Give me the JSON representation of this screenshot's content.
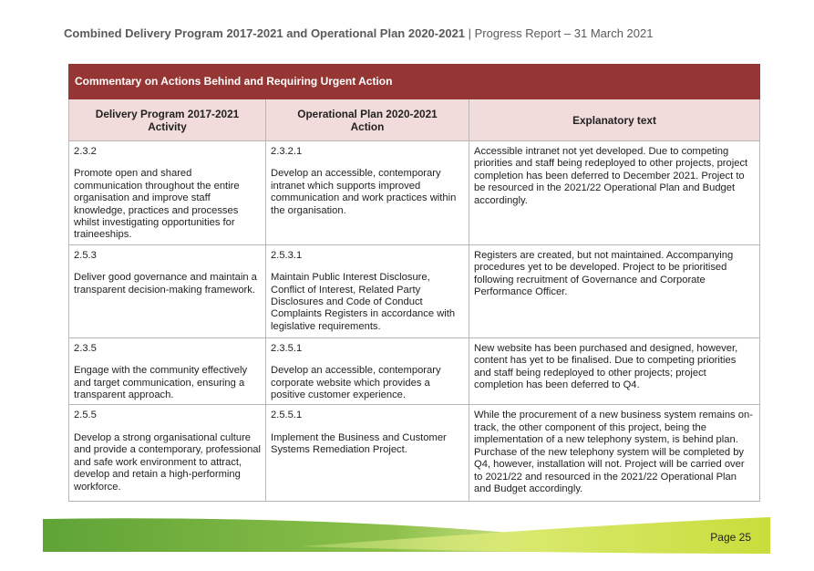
{
  "header": {
    "title_bold": "Combined Delivery Program 2017-2021 and Operational Plan 2020-2021",
    "separator": " | ",
    "subtitle": "Progress Report – 31 March 2021"
  },
  "table": {
    "title": "Commentary on Actions Behind and Requiring Urgent Action",
    "columns": [
      "Delivery Program 2017-2021 Activity",
      "Operational Plan 2020-2021 Action",
      "Explanatory text"
    ],
    "rows": [
      {
        "activity_code": "2.3.2",
        "activity_text": "Promote open and shared communication throughout the entire organisation and improve staff knowledge, practices and processes whilst investigating opportunities for traineeships.",
        "action_code": "2.3.2.1",
        "action_text": "Develop an accessible, contemporary intranet which supports improved communication and work practices within the organisation.",
        "explanation": "Accessible intranet not yet developed. Due to competing priorities and staff being redeployed to other projects, project completion has been deferred to December 2021. Project to be resourced in the 2021/22 Operational Plan and Budget accordingly."
      },
      {
        "activity_code": "2.5.3",
        "activity_text": "Deliver good governance and maintain a transparent decision-making framework.",
        "action_code": "2.5.3.1",
        "action_text": "Maintain Public Interest Disclosure, Conflict of Interest, Related Party Disclosures and Code of Conduct Complaints Registers in accordance with legislative requirements.",
        "explanation": "Registers are created, but not maintained. Accompanying procedures yet to be developed. Project to be prioritised following recruitment of Governance and Corporate Performance Officer."
      },
      {
        "activity_code": "2.3.5",
        "activity_text": "Engage with the community effectively and target communication, ensuring a transparent approach.",
        "action_code": "2.3.5.1",
        "action_text": "Develop an accessible, contemporary corporate website which provides a positive customer experience.",
        "explanation": "New website has been purchased and designed, however, content has yet to be finalised. Due to competing priorities and staff being redeployed to other projects; project completion has been deferred to Q4."
      },
      {
        "activity_code": "2.5.5",
        "activity_text": "Develop a strong organisational culture and provide a contemporary, professional and safe work environment to attract, develop and retain a high-performing workforce.",
        "action_code": "2.5.5.1",
        "action_text": "Implement the Business and Customer Systems Remediation Project.",
        "explanation": "While the procurement of a new business system remains on-track, the other component of this project, being the implementation of a new telephony system, is behind plan. Purchase of the new telephony system will be completed by Q4, however, installation will not. Project will be carried over to 2021/22 and resourced in the 2021/22 Operational Plan and Budget accordingly."
      }
    ]
  },
  "footer": {
    "page_label": "Page 25"
  },
  "colors": {
    "title_bar": "#963634",
    "column_header_bg": "#f2dcdb",
    "footer_green": "#7ab648",
    "footer_lime": "#c9dd3c"
  }
}
